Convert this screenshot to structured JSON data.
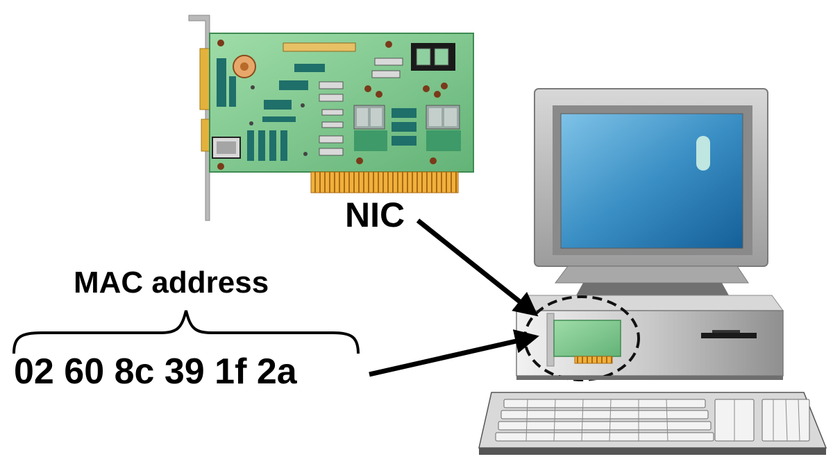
{
  "labels": {
    "nic": "NIC",
    "mac_title": "MAC address",
    "mac_value": "02 60 8c 39 1f 2a"
  },
  "colors": {
    "board": "#7ecb8a",
    "board_border": "#2f7a44",
    "chip": "#1f6f6a",
    "gold": "#e8a23a",
    "monitor_screen": "#2f7fb0",
    "computer_body": "#bfbfbf",
    "keyboard": "#d9d9d9",
    "arrow": "#000000"
  },
  "icons": {
    "nic_card": "network-interface-card-icon",
    "computer": "desktop-computer-icon"
  }
}
